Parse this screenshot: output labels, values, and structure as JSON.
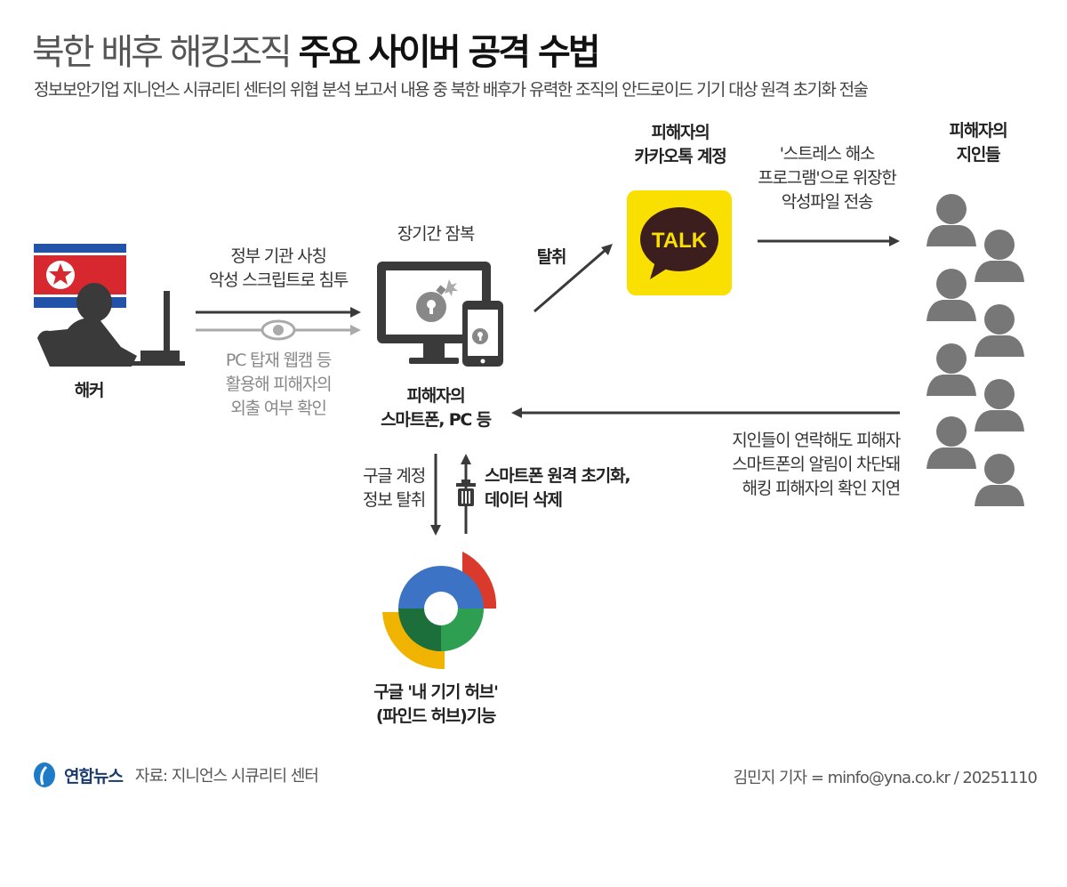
{
  "title": {
    "light": "북한 배후 해킹조직",
    "bold": "주요 사이버 공격 수법"
  },
  "subtitle": "정보보안기업 지니언스 시큐리티 센터의 위협 분석 보고서 내용 중 북한 배후가 유력한 조직의 안드로이드 기기 대상 원격 초기화 전술",
  "hacker": {
    "label": "해커"
  },
  "infiltration": {
    "line1": "정부 기관 사칭",
    "line2": "악성 스크립트로 침투"
  },
  "webcam": {
    "line1": "PC 탑재 웹캠 등",
    "line2": "활용해 피해자의",
    "line3": "외출 여부 확인"
  },
  "device": {
    "top_label": "장기간 잠복",
    "line1": "피해자의",
    "line2": "스마트폰, PC 등"
  },
  "steal": {
    "label": "탈취"
  },
  "kakao": {
    "line1": "피해자의",
    "line2": "카카오톡 계정",
    "logo_text": "TALK"
  },
  "malware": {
    "line1": "'스트레스 해소",
    "line2": "프로그램'으로 위장한",
    "line3": "악성파일 전송"
  },
  "acquaintances": {
    "line1": "피해자의",
    "line2": "지인들"
  },
  "delay": {
    "line1": "지인들이 연락해도 피해자",
    "line2": "스마트폰의 알림이 차단돼",
    "line3": "해킹 피해자의 확인 지연"
  },
  "google_steal": {
    "line1": "구글 계정",
    "line2": "정보 탈취"
  },
  "wipe": {
    "line1": "스마트폰 원격 초기화,",
    "line2": "데이터 삭제"
  },
  "findhub": {
    "line1": "구글 '내 기기 허브'",
    "line2": "(파인드 허브)기능"
  },
  "footer": {
    "brand": "연합뉴스",
    "source": "자료: 지니언스 시큐리티 센터",
    "credit": "김민지 기자 = minfo@yna.co.kr / 20251110"
  },
  "colors": {
    "dark": "#3a3a3a",
    "gray": "#a8a8a8",
    "kakao": "#F9E000",
    "red": "#D93A2B",
    "blue": "#3D73C4",
    "green": "#2E9E50",
    "yellow": "#F0B400",
    "darkgreen": "#1C6E3A"
  }
}
